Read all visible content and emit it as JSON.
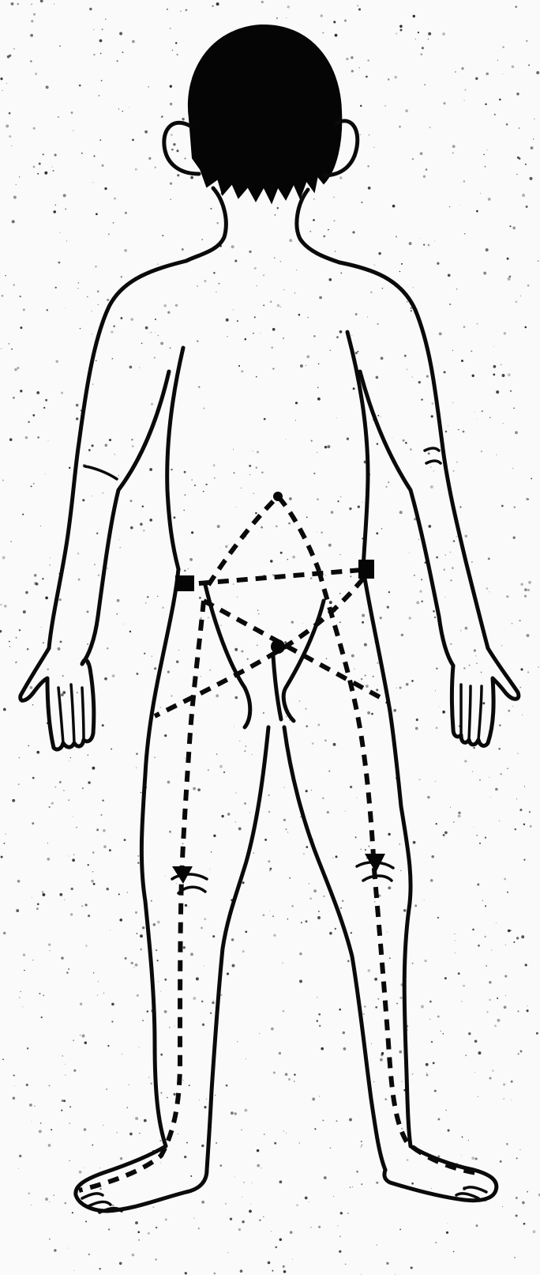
{
  "figure": {
    "subject": "",
    "view": "",
    "colors": {
      "background": "#fafafa",
      "ink": "#0a0a0a"
    },
    "meridian_lines": [
      "waist-band",
      "left-diagonal",
      "right-diagonal",
      "left-leg-line",
      "right-leg-line",
      "buttocks-triangle"
    ]
  }
}
